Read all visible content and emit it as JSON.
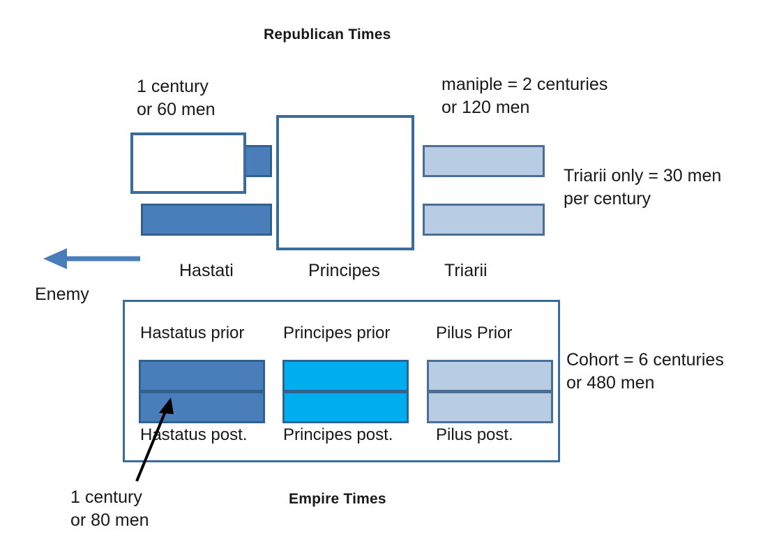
{
  "republican": {
    "title": "Republican Times",
    "century_note": "1 century\nor 60 men",
    "maniple_note": "maniple = 2 centuries\nor 120 men",
    "triarii_note": "Triarii only = 30 men\nper century",
    "columns": [
      {
        "name": "Hastati",
        "color": "#4a7ebb",
        "centuries": 2
      },
      {
        "name": "Principes",
        "color": "#00aeef",
        "centuries": 2
      },
      {
        "name": "Triarii",
        "color": "#b8cce4",
        "centuries": 2
      }
    ],
    "enemy_label": "Enemy",
    "enemy_arrow_direction": "left"
  },
  "empire": {
    "title": "Empire Times",
    "cohort_note": "Cohort = 6 centuries\nor 480 men",
    "century_note": "1 century\nor 80 men",
    "top_row": [
      {
        "label": "Hastatus prior",
        "color": "#4a7ebb"
      },
      {
        "label": "Principes prior",
        "color": "#00aeef"
      },
      {
        "label": "Pilus Prior",
        "color": "#b8cce4"
      }
    ],
    "bottom_row": [
      {
        "label": "Hastatus post.",
        "color": "#4a7ebb"
      },
      {
        "label": "Principes post.",
        "color": "#00aeef"
      },
      {
        "label": "Pilus post.",
        "color": "#b8cce4"
      }
    ]
  },
  "colors": {
    "hastati": "#4a7ebb",
    "principes": "#00aeef",
    "triarii": "#b8cce4",
    "outline": "#3a6c9b",
    "arrow_blue": "#4a7ebb",
    "arrow_black": "#000000"
  }
}
